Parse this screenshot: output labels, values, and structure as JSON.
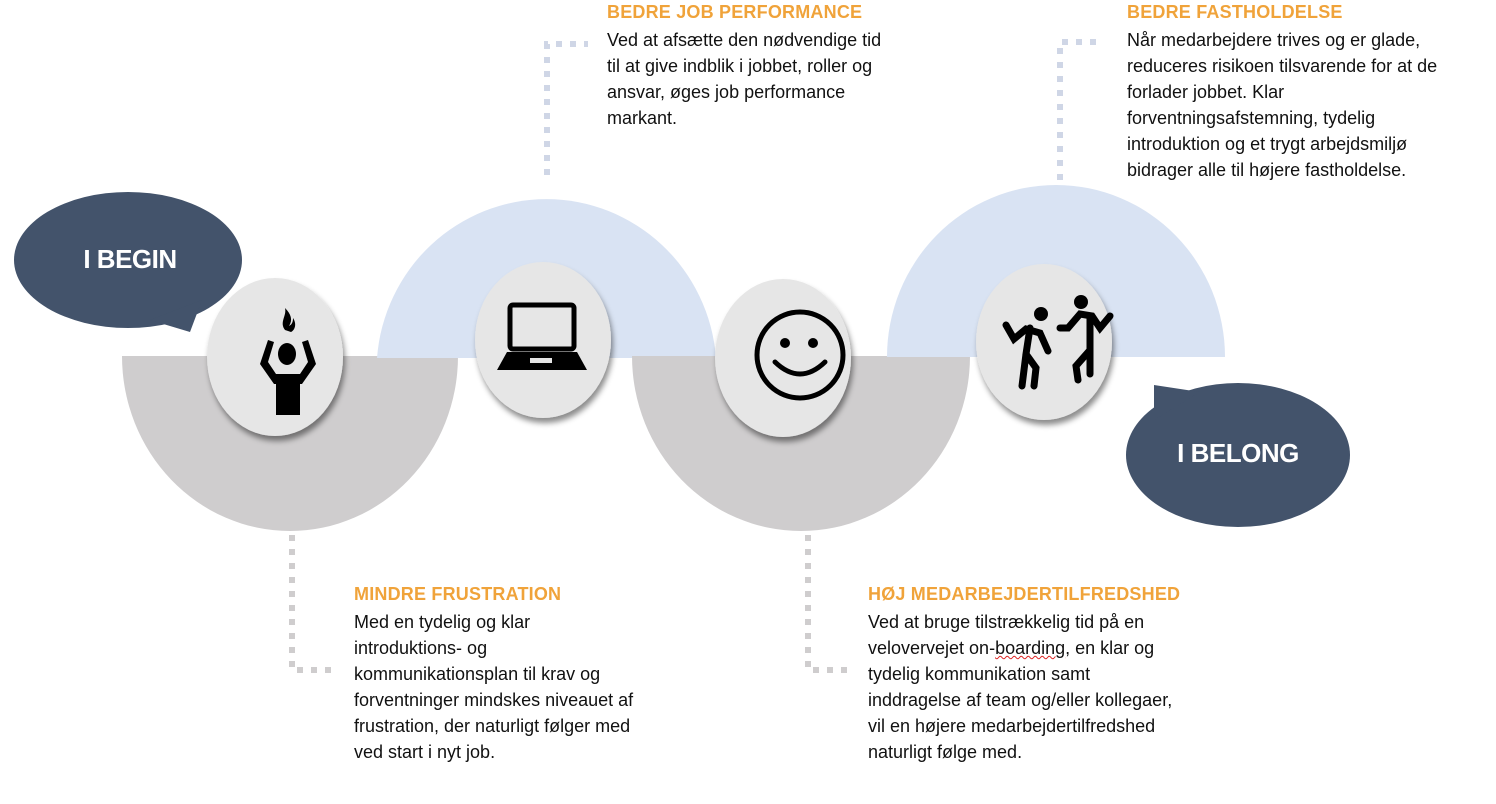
{
  "colors": {
    "accent": "#F0A33A",
    "bubble": "#43536B",
    "arch_gray": "#CFCDCE",
    "arch_blue": "#D9E3F3",
    "circle": "#E6E6E6"
  },
  "bubbles": {
    "start": "I BEGIN",
    "end": "I BELONG"
  },
  "steps": [
    {
      "icon": "frustrated-person-icon",
      "title": "MINDRE FRUSTRATION",
      "text": "Med en tydelig og klar introduktions- og kommunikationsplan til krav og forventninger mindskes niveauet af frustration, der naturligt følger med ved start i nyt job."
    },
    {
      "icon": "laptop-icon",
      "title": "BEDRE JOB PERFORMANCE",
      "text": "Ved at afsætte den nødvendige tid til at give indblik i jobbet, roller og ansvar, øges job performance markant."
    },
    {
      "icon": "smiley-icon",
      "title": "HØJ MEDARBEJDERTILFREDSHED",
      "text_a": "Ved at bruge tilstrækkelig tid på en velovervejet on-",
      "text_b": "boarding",
      "text_c": ", en klar og tydelig kommunikation samt inddragelse af team og/eller kollegaer, vil en højere medarbejdertilfredshed naturligt følge med."
    },
    {
      "icon": "dancing-people-icon",
      "title": "BEDRE FASTHOLDELSE",
      "text": "Når medarbejdere trives og er glade, reduceres risikoen tilsvarende for at de forlader jobbet. Klar forventningsafstemning, tydelig introduktion og et trygt arbejdsmiljø bidrager alle til højere fastholdelse."
    }
  ]
}
